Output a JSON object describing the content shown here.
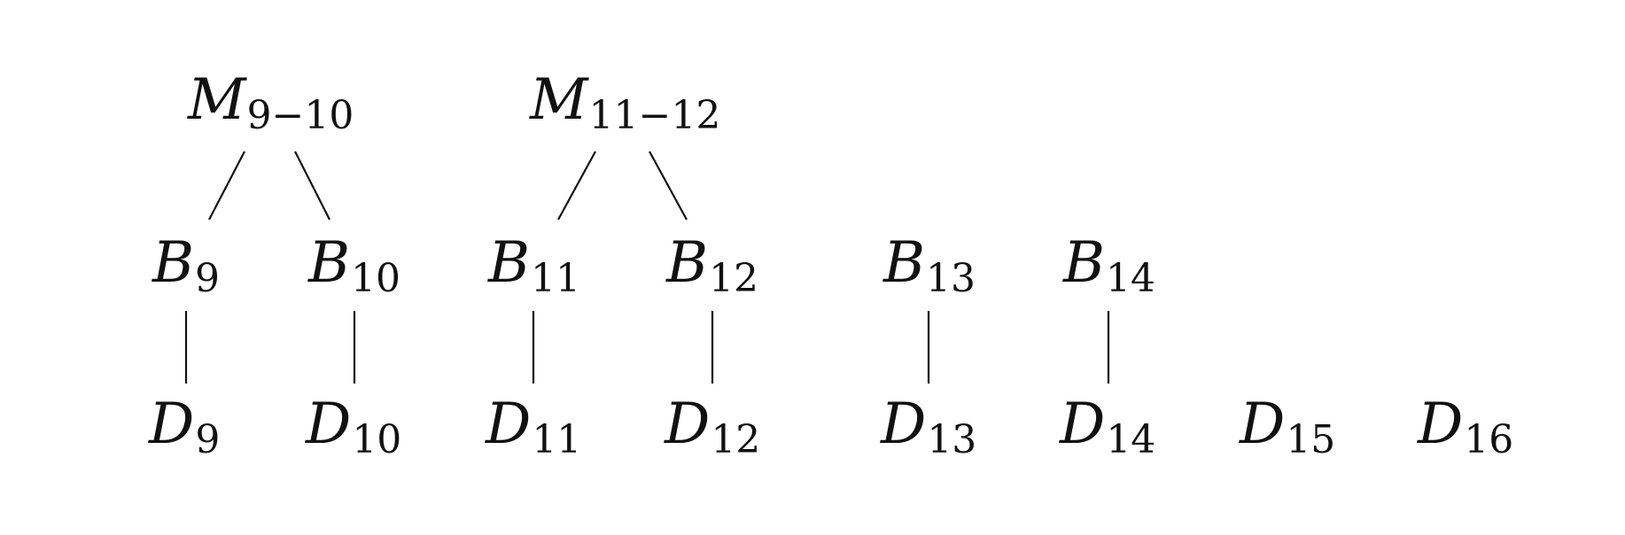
{
  "nodes": {
    "m9_10": {
      "letter": "M",
      "subscript": "9−10"
    },
    "m11_12": {
      "letter": "M",
      "subscript": "11−12"
    },
    "b9": {
      "letter": "B",
      "subscript": "9"
    },
    "b10": {
      "letter": "B",
      "subscript": "10"
    },
    "b11": {
      "letter": "B",
      "subscript": "11"
    },
    "b12": {
      "letter": "B",
      "subscript": "12"
    },
    "b13": {
      "letter": "B",
      "subscript": "13"
    },
    "b14": {
      "letter": "B",
      "subscript": "14"
    },
    "d9": {
      "letter": "D",
      "subscript": "9"
    },
    "d10": {
      "letter": "D",
      "subscript": "10"
    },
    "d11": {
      "letter": "D",
      "subscript": "11"
    },
    "d12": {
      "letter": "D",
      "subscript": "12"
    },
    "d13": {
      "letter": "D",
      "subscript": "13"
    },
    "d14": {
      "letter": "D",
      "subscript": "14"
    },
    "d15": {
      "letter": "D",
      "subscript": "15"
    },
    "d16": {
      "letter": "D",
      "subscript": "16"
    }
  },
  "edges": [
    [
      "m9_10",
      "b9"
    ],
    [
      "m9_10",
      "b10"
    ],
    [
      "m11_12",
      "b11"
    ],
    [
      "m11_12",
      "b12"
    ],
    [
      "b9",
      "d9"
    ],
    [
      "b10",
      "d10"
    ],
    [
      "b11",
      "d11"
    ],
    [
      "b12",
      "d12"
    ],
    [
      "b13",
      "d13"
    ],
    [
      "b14",
      "d14"
    ]
  ]
}
